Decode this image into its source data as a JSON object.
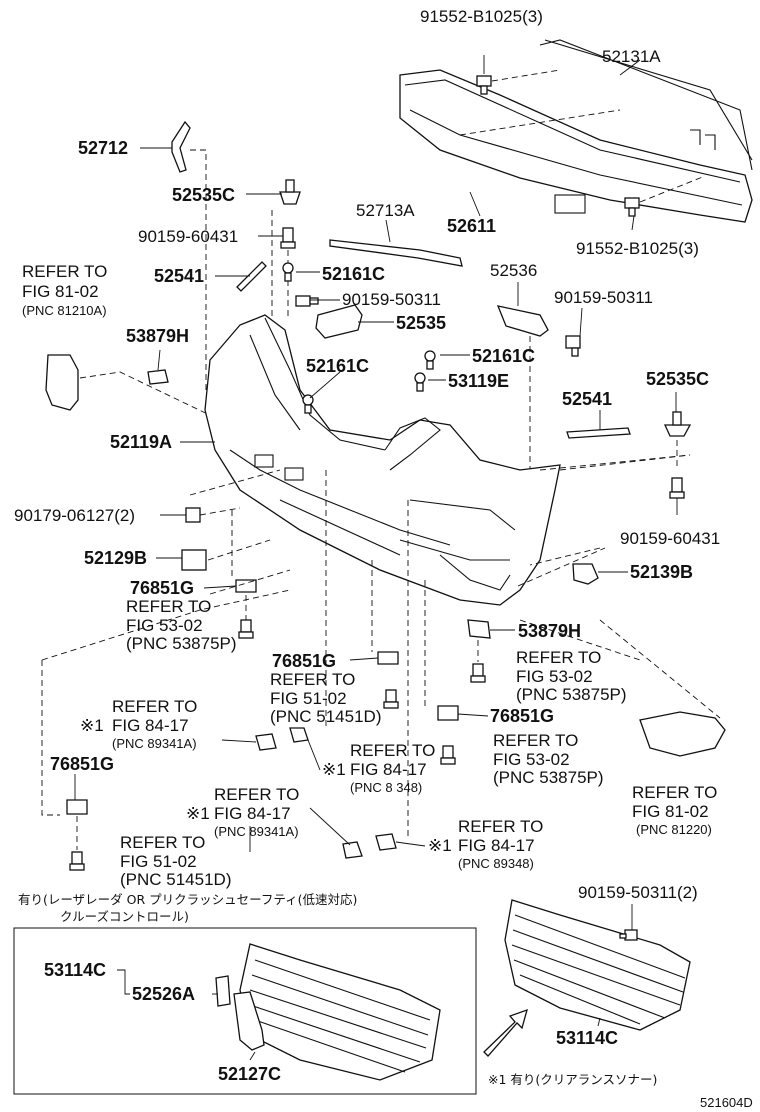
{
  "parts": {
    "p91552_top": "91552-B1025(3)",
    "p52131A": "52131A",
    "p52712": "52712",
    "p52535C_top": "52535C",
    "p52713A": "52713A",
    "p52611": "52611",
    "p91552_bot": "91552-B1025(3)",
    "p90159_60431_a": "90159-60431",
    "p52541_a": "52541",
    "p52161C_a": "52161C",
    "p52536": "52536",
    "p90159_50311_a": "90159-50311",
    "p90159_50311_b": "90159-50311",
    "p52535": "52535",
    "p53879H_a": "53879H",
    "p52161C_b": "52161C",
    "p52161C_c": "52161C",
    "p53119E": "53119E",
    "p52535C_r": "52535C",
    "p52541_b": "52541",
    "p52119A": "52119A",
    "p90179": "90179-06127(2)",
    "p90159_60431_b": "90159-60431",
    "p52129B": "52129B",
    "p52139B": "52139B",
    "p76851G_a": "76851G",
    "p53879H_b": "53879H",
    "p76851G_b": "76851G",
    "p76851G_c": "76851G",
    "p76851G_d": "76851G",
    "p90159_50311_2": "90159-50311(2)",
    "p53114C_a": "53114C",
    "p52526A": "52526A",
    "p52127C": "52127C",
    "p53114C_b": "53114C"
  },
  "refs": {
    "r1": [
      "REFER TO",
      "FIG 81-02",
      "(PNC 81210A)"
    ],
    "r2": [
      "REFER TO",
      "FIG 53-02",
      "(PNC 53875P)"
    ],
    "r3": [
      "REFER TO",
      "FIG 53-02",
      "(PNC 53875P)"
    ],
    "r4": [
      "REFER TO",
      "FIG 51-02",
      "(PNC 51451D)"
    ],
    "r5": [
      "REFER TO",
      "FIG 84-17",
      "(PNC 89341A)"
    ],
    "r6": [
      "REFER TO",
      "FIG 84-17",
      "(PNC 8 348)"
    ],
    "r7": [
      "REFER TO",
      "FIG 53-02",
      "(PNC 53875P)"
    ],
    "r8": [
      "REFER TO",
      "FIG 81-02",
      "(PNC 81220)"
    ],
    "r9": [
      "REFER TO",
      "FIG 84-17",
      "(PNC 89341A)"
    ],
    "r10": [
      "REFER TO",
      "FIG 84-17",
      "(PNC 89348)"
    ],
    "r11": [
      "REFER TO",
      "FIG 51-02",
      "(PNC 51451D)"
    ]
  },
  "marks": {
    "star1": "※1"
  },
  "notes": {
    "jp_line1": "有り(レーザレーダ OR プリクラッシュセーフティ(低速対応)",
    "jp_line2": "クルーズコントロール)",
    "jp_footer": "※1 有り(クリアランスソナー)",
    "figure_code": "521604D"
  }
}
